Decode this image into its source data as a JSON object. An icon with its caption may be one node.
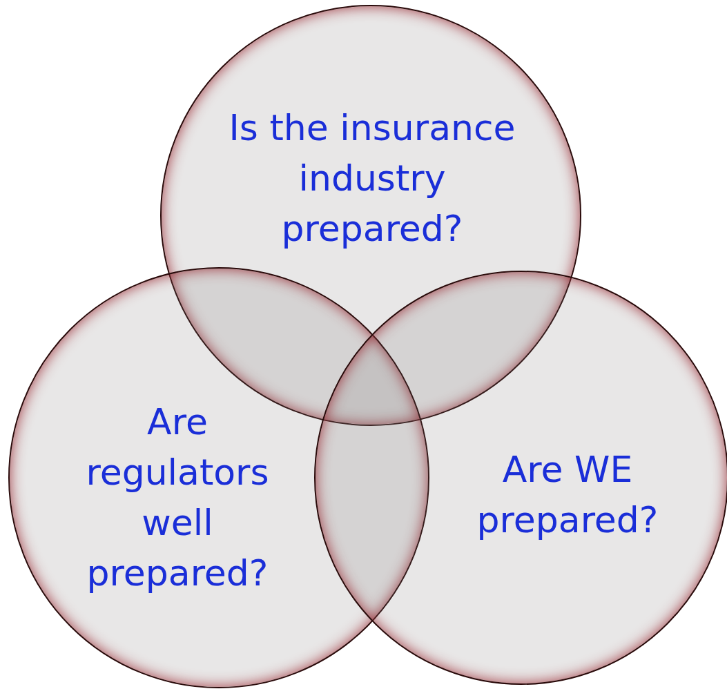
{
  "diagram": {
    "nodes": [
      {
        "text": [
          "Is the insurance industry prepared?"
        ]
      },
      {
        "text": [
          "Are regulators well prepared?"
        ]
      },
      {
        "text": [
          "Are WE prepared?"
        ]
      }
    ],
    "edges": []
  }
}
